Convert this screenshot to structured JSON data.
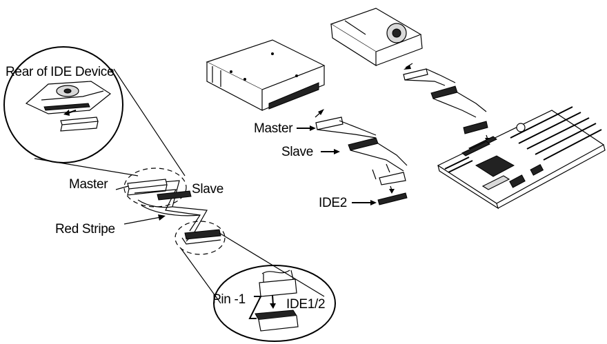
{
  "labels": {
    "rear_of_ide_device": "Rear of IDE Device",
    "master_left": "Master",
    "slave_left": "Slave",
    "red_stripe": "Red Stripe",
    "pin_1": "Pin -1",
    "ide1_2": "IDE1/2",
    "master_right": "Master",
    "slave_right": "Slave",
    "ide2": "IDE2"
  }
}
